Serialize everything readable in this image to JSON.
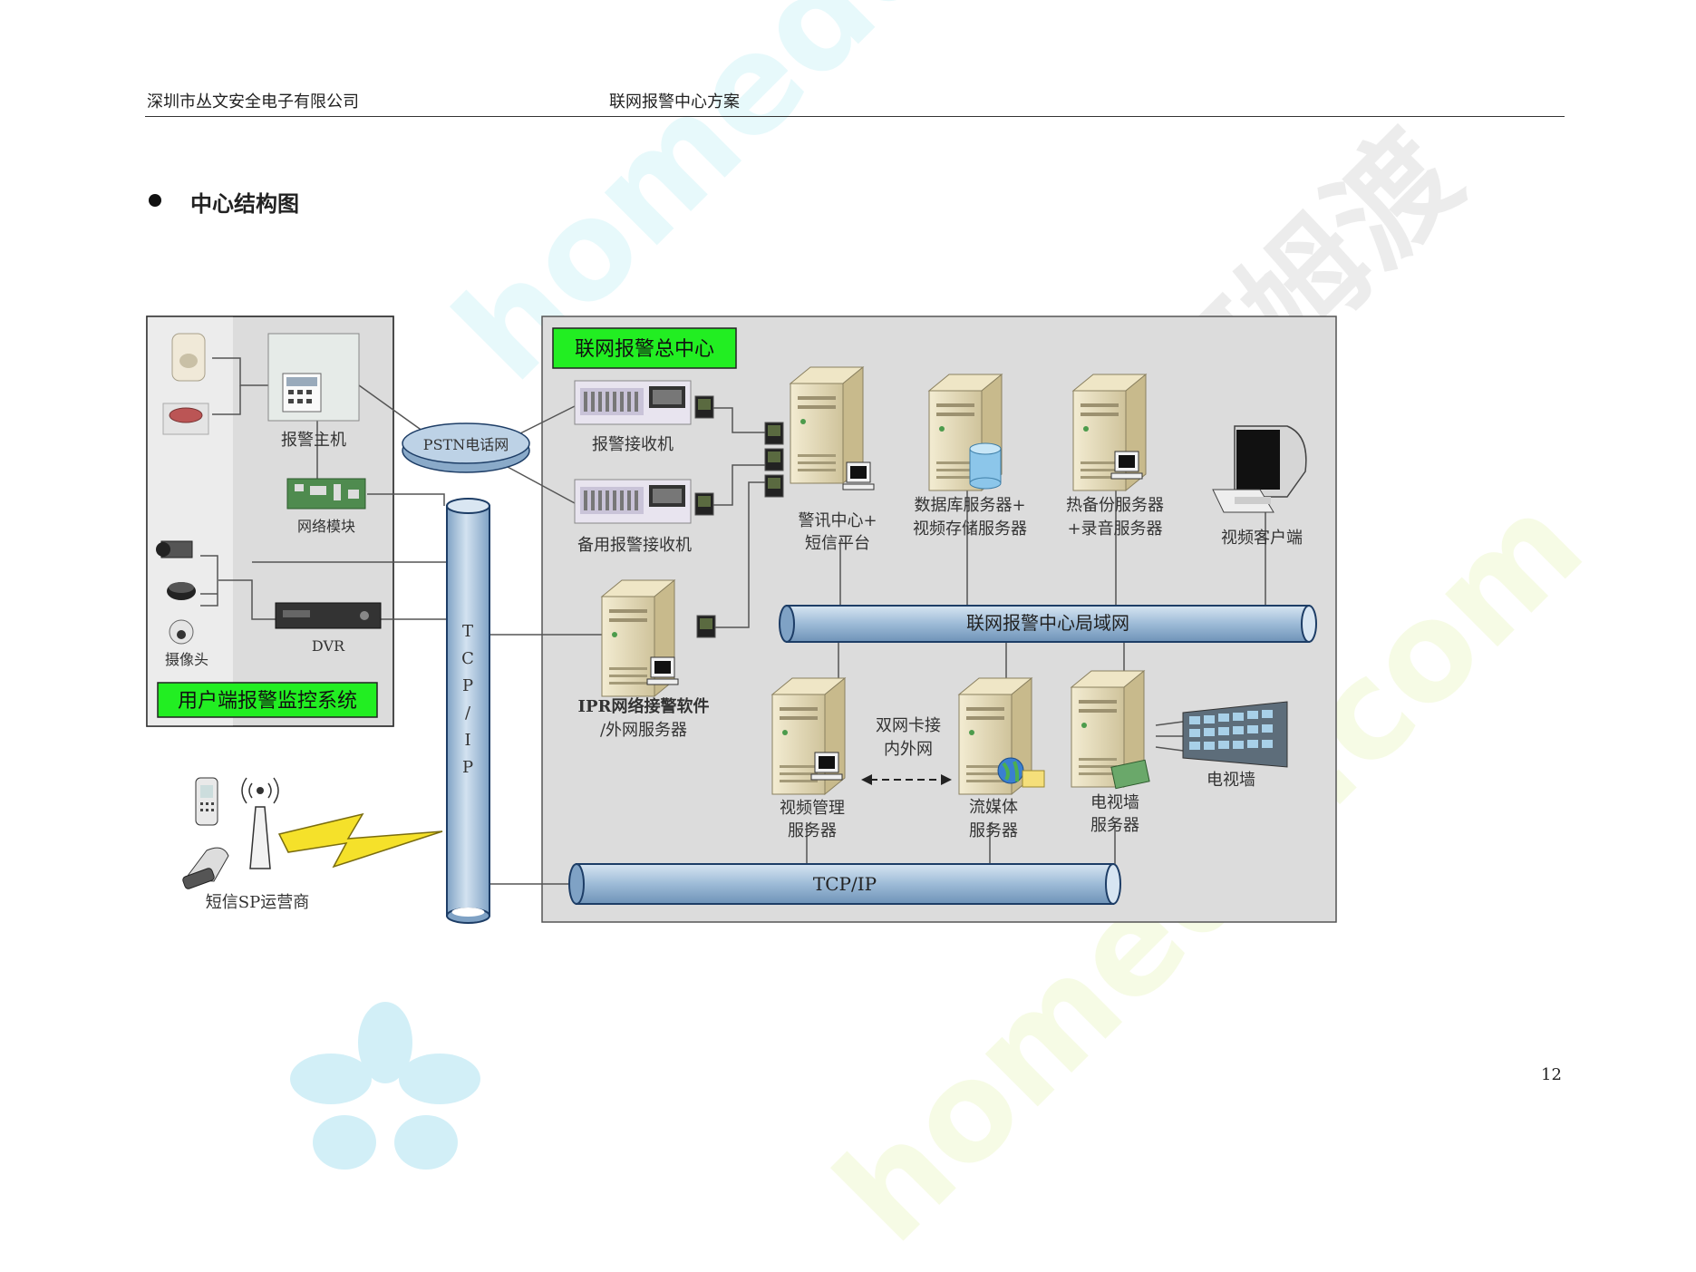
{
  "header": {
    "company": "深圳市丛文安全电子有限公司",
    "doc_title": "联网报警中心方案"
  },
  "section_title": "中心结构图",
  "page_number": "12",
  "watermarks": [
    "homedo.com",
    "homedo.com",
    "河姆渡"
  ],
  "diagram": {
    "user_system_title": "用户端报警监控系统",
    "center_title": "联网报警总中心",
    "alarm_host": "报警主机",
    "network_module": "网络模块",
    "camera": "摄像头",
    "dvr": "DVR",
    "pstn": "PSTN电话网",
    "alarm_receiver": "报警接收机",
    "backup_receiver": "备用报警接收机",
    "police_center": [
      "警讯中心+",
      "短信平台"
    ],
    "db_server": [
      "数据库服务器+",
      "视频存储服务器"
    ],
    "hot_backup": [
      "热备份服务器",
      "+录音服务器"
    ],
    "video_client": "视频客户端",
    "lan": "联网报警中心局域网",
    "ipr_server": [
      "IPR网络接警软件",
      "/外网服务器"
    ],
    "dual_nic": [
      "双网卡接",
      "内外网"
    ],
    "video_mgmt": [
      "视频管理",
      "服务器"
    ],
    "streaming": [
      "流媒体",
      "服务器"
    ],
    "tvwall_server": [
      "电视墙",
      "服务器"
    ],
    "tvwall": "电视墙",
    "tcpip_vertical": [
      "T",
      "C",
      "P",
      "/",
      "I",
      "P"
    ],
    "tcpip_horizontal": "TCP/IP",
    "sms_sp": "短信SP运营商"
  },
  "colors": {
    "panel_bg": "#dcdcdc",
    "title_green": "#22ee22",
    "pipe_blue": "#a9c4de",
    "line": "#555555"
  }
}
